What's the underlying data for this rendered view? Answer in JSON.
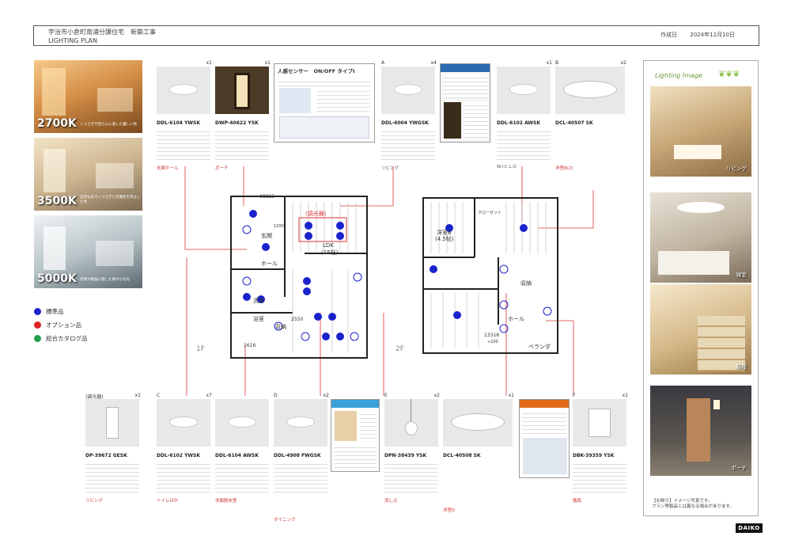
{
  "header": {
    "title": "宇治市小倉町南浦分譲住宅　新築工事",
    "subtitle": "LIGHTING PLAN",
    "date_label": "作成日",
    "date": "2024年12月10日"
  },
  "kelvin": [
    {
      "label": "2700K",
      "desc": "くつろぎや団らんに適した優しい色"
    },
    {
      "label": "3500K",
      "desc": "自然な光でくつろぎと作業性を両立した色"
    },
    {
      "label": "5000K",
      "desc": "作業や勉強に適した爽やかな光"
    }
  ],
  "legend": [
    {
      "label": "標準品",
      "color": "#1a22cc"
    },
    {
      "label": "オプション品",
      "color": "#dd2222"
    },
    {
      "label": "総合カタログ品",
      "color": "#22a050"
    }
  ],
  "top_products": [
    {
      "model": "DDL-6104 YWSK",
      "qty": "x1",
      "letter": "",
      "loc": "玄関ホール"
    },
    {
      "model": "DWP-40622 YSK",
      "qty": "x1",
      "letter": "",
      "loc": "ポーチ"
    },
    {
      "model": "DDL-6004 YWGSK",
      "qty": "x4",
      "letter": "A",
      "loc": "リビング"
    },
    {
      "model": "DDL-6102 AWSK",
      "qty": "x1",
      "letter": "",
      "loc": "W.I.C.L.O"
    },
    {
      "model": "DCL-40507 SK",
      "qty": "x2",
      "letter": "B",
      "loc": "洋室B(2)"
    }
  ],
  "sensor_card": {
    "title": "人感センサー　ON/OFF タイプⅠ"
  },
  "bottom_products": [
    {
      "model": "DP-39672 GESK",
      "qty": "x1",
      "letter": "(調光器)",
      "loc": "リビング"
    },
    {
      "model": "DDL-6102 YWSK",
      "qty": "x7",
      "letter": "C",
      "loc": "トイレほか"
    },
    {
      "model": "DDL-6104 AWSK",
      "qty": "",
      "letter": "",
      "loc": "洗面脱衣室"
    },
    {
      "model": "DDL-4908 FWGSK",
      "qty": "x2",
      "letter": "D",
      "loc": "ダイニング"
    },
    {
      "model": "DPN-38439 YSK",
      "qty": "x2",
      "letter": "E",
      "loc": "流し元"
    },
    {
      "model": "DCL-40508 SK",
      "qty": "x1",
      "letter": "",
      "loc": "洋室D"
    },
    {
      "model": "DBK-39359 YSK",
      "qty": "x1",
      "letter": "F",
      "loc": "階段"
    }
  ],
  "plan": {
    "floor1": "1F",
    "floor2": "2F",
    "rooms1": [
      "玄関",
      "ホール",
      "LDK",
      "(15帖)",
      "浴室",
      "収納",
      "洗面"
    ],
    "rooms2": [
      "洋室B",
      "(4.5帖)",
      "クローゼット",
      "収納",
      "ホール",
      "ベランダ"
    ],
    "dims": [
      "08823",
      "1200",
      "1616",
      "2550",
      "13318",
      "+100"
    ],
    "option_label": "(調光器)"
  },
  "sidebar": {
    "title": "Lighting Image",
    "photos": [
      "リビング",
      "寝室",
      "階段",
      "ポーチ"
    ],
    "note1": "【お断り】イメージ写真です。",
    "note2": "プラン等製品とは異なる場合があります。"
  },
  "brand": "DAIKO"
}
